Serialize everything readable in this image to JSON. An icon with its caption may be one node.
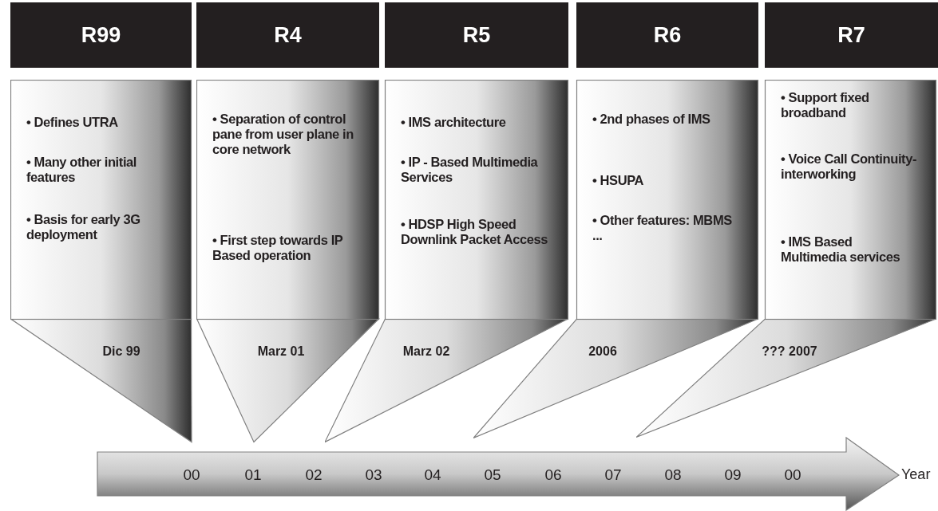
{
  "diagram": {
    "nodes": [
      {
        "text": [
          "R99"
        ]
      },
      {
        "text": [
          "R4"
        ]
      },
      {
        "text": [
          "R5"
        ]
      },
      {
        "text": [
          "R6"
        ]
      },
      {
        "text": [
          "R7"
        ]
      },
      {
        "text": [
          "• Defines UTRA",
          "• Many other initial features",
          "• Basis for early 3G deployment",
          "Dic 99"
        ]
      },
      {
        "text": [
          "• Separation of control pane from user plane in core network",
          "• First step towards IP Based operation",
          "Marz 01"
        ]
      },
      {
        "text": [
          "• IMS architecture",
          "• IP - Based Multimedia Services",
          "• HDSP High Speed Downlink Packet Access",
          "Marz 02"
        ]
      },
      {
        "text": [
          "• 2nd phases of IMS",
          "• HSUPA",
          "• Other features: MBMS ...",
          "2006"
        ]
      },
      {
        "text": [
          "• Support fixed broadband",
          "• Voice Call Continuity-interworking",
          "• IMS Based Multimedia services",
          "??? 2007"
        ]
      }
    ],
    "labels": [
      "00",
      "01",
      "02",
      "03",
      "04",
      "05",
      "06",
      "07",
      "08",
      "09",
      "00",
      "Year"
    ]
  }
}
